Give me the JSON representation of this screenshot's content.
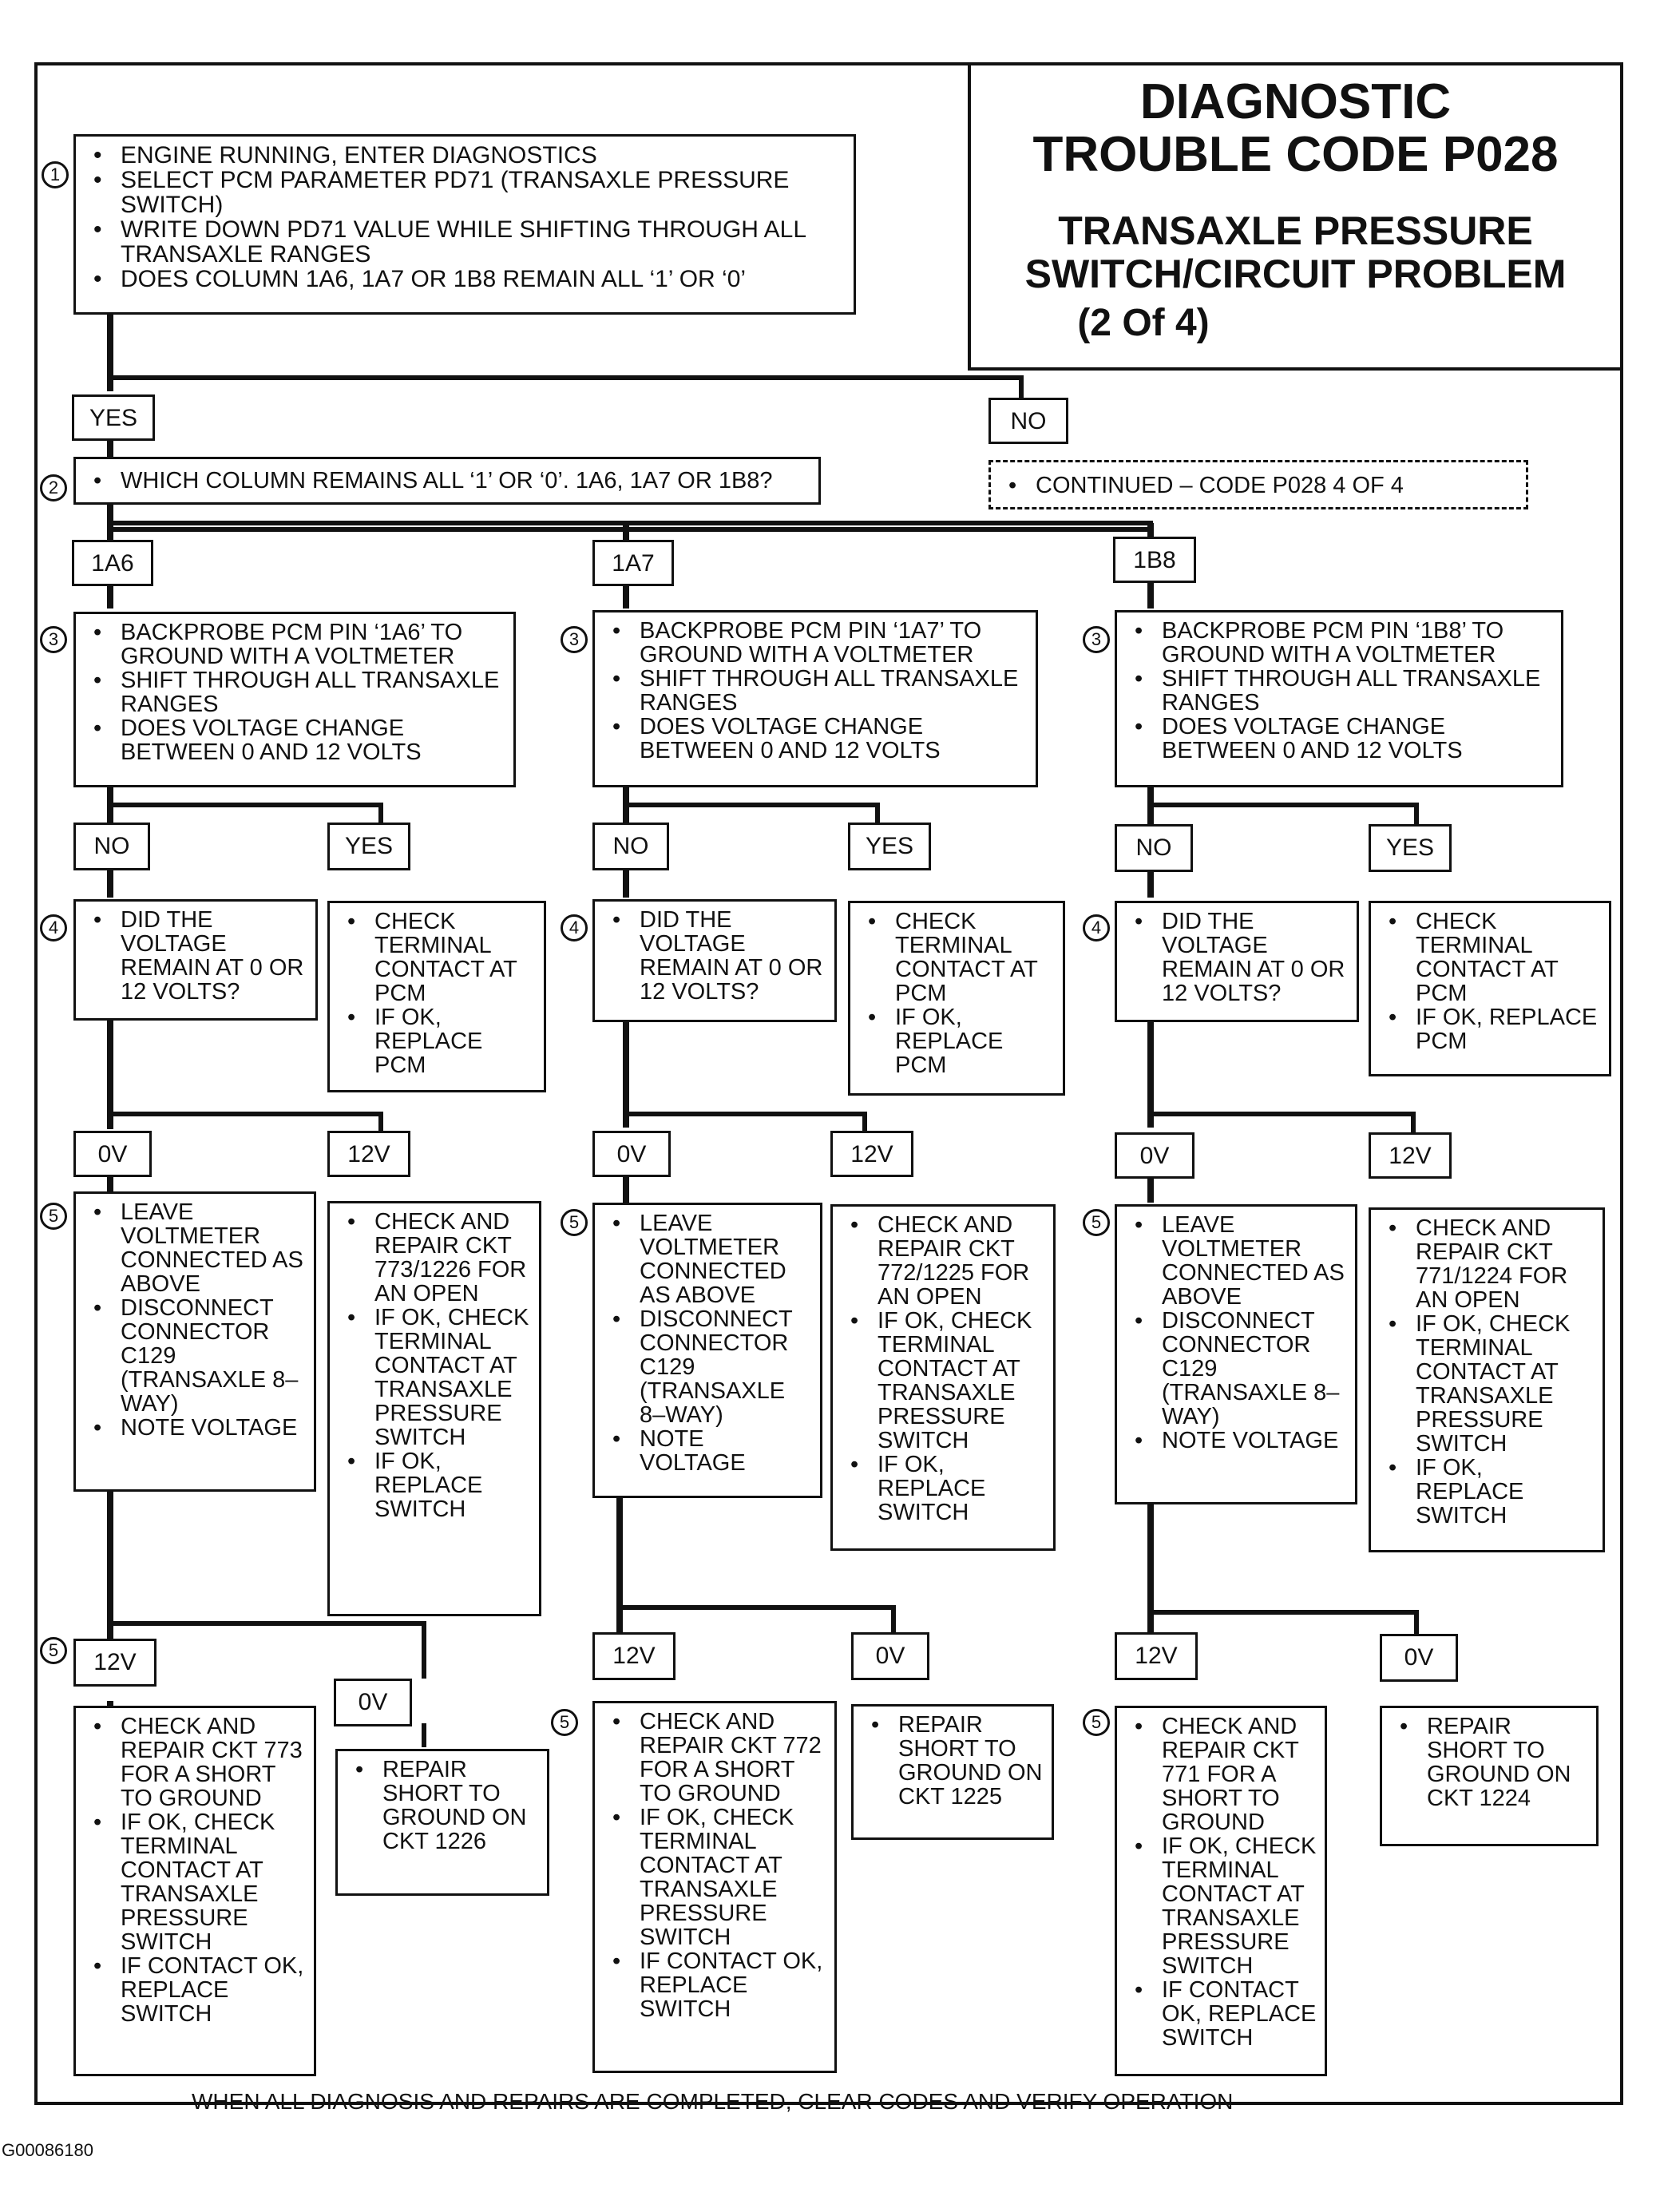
{
  "title": {
    "line1": "DIAGNOSTIC",
    "line2": "TROUBLE CODE P028",
    "line3": "TRANSAXLE PRESSURE",
    "line4": "SWITCH/CIRCUIT PROBLEM",
    "line5": "(2 Of 4)"
  },
  "step_numbers": {
    "s1": "1",
    "s2": "2",
    "s3": "3",
    "s4": "4",
    "s5": "5"
  },
  "step1": [
    "ENGINE RUNNING, ENTER DIAGNOSTICS",
    "SELECT  PCM PARAMETER PD71 (TRANSAXLE PRESSURE SWITCH)",
    "WRITE DOWN PD71 VALUE WHILE SHIFTING THROUGH ALL TRANSAXLE RANGES",
    "DOES COLUMN 1A6, 1A7 OR 1B8 REMAIN ALL ‘1’ OR ‘0’"
  ],
  "labels": {
    "yes": "YES",
    "no": "NO",
    "col_a": "1A6",
    "col_b": "1A7",
    "col_c": "1B8",
    "v0": "0V",
    "v12": "12V"
  },
  "step2": [
    "WHICH COLUMN REMAINS ALL ‘1’ OR ‘0’. 1A6, 1A7 OR 1B8?"
  ],
  "continued": [
    "CONTINUED –  CODE P028 4 OF 4"
  ],
  "col_a": {
    "step3": [
      "BACKPROBE PCM PIN ‘1A6’ TO GROUND WITH A VOLTMETER",
      "SHIFT THROUGH ALL TRANSAXLE RANGES",
      "DOES VOLTAGE CHANGE BETWEEN 0 AND 12 VOLTS"
    ],
    "step4": [
      "DID THE VOLTAGE REMAIN AT 0 OR 12 VOLTS?"
    ],
    "yes_action": [
      "CHECK TERMINAL CONTACT AT PCM",
      "IF OK, REPLACE PCM"
    ],
    "step5": [
      "LEAVE VOLTMETER CONNECTED AS ABOVE",
      "DISCONNECT CONNECTOR C129 (TRANSAXLE 8–WAY)",
      "NOTE VOLTAGE"
    ],
    "v12_action": [
      "CHECK AND REPAIR CKT 773/1226 FOR AN OPEN",
      "IF OK, CHECK TERMINAL CONTACT AT TRANSAXLE PRESSURE SWITCH",
      "IF OK, REPLACE SWITCH"
    ],
    "final_12v": [
      "CHECK AND REPAIR CKT 773 FOR A SHORT TO GROUND",
      "IF OK, CHECK TERMINAL CONTACT AT TRANSAXLE PRESSURE SWITCH",
      "IF CONTACT OK, REPLACE SWITCH"
    ],
    "final_0v": [
      "REPAIR SHORT TO GROUND ON CKT 1226"
    ]
  },
  "col_b": {
    "step3": [
      "BACKPROBE PCM PIN ‘1A7’ TO GROUND WITH A VOLTMETER",
      "SHIFT THROUGH ALL TRANSAXLE RANGES",
      "DOES VOLTAGE CHANGE BETWEEN 0 AND 12 VOLTS"
    ],
    "step4": [
      "DID THE VOLTAGE REMAIN AT 0 OR 12 VOLTS?"
    ],
    "yes_action": [
      "CHECK TERMINAL CONTACT AT PCM",
      "IF OK, REPLACE PCM"
    ],
    "step5": [
      "LEAVE VOLTMETER CONNECTED AS ABOVE",
      "DISCONNECT CONNECTOR C129 (TRANSAXLE 8–WAY)",
      "NOTE VOLTAGE"
    ],
    "v12_action": [
      "CHECK AND REPAIR CKT 772/1225 FOR AN OPEN",
      "IF OK, CHECK TERMINAL CONTACT AT TRANSAXLE PRESSURE SWITCH",
      "IF OK, REPLACE SWITCH"
    ],
    "final_12v": [
      "CHECK AND REPAIR CKT 772 FOR A SHORT TO GROUND",
      "IF OK, CHECK TERMINAL CONTACT AT TRANSAXLE PRESSURE SWITCH",
      "IF CONTACT OK, REPLACE SWITCH"
    ],
    "final_0v": [
      "REPAIR SHORT TO GROUND ON CKT 1225"
    ]
  },
  "col_c": {
    "step3": [
      "BACKPROBE PCM PIN ‘1B8’ TO GROUND WITH A VOLTMETER",
      "SHIFT THROUGH ALL TRANSAXLE RANGES",
      "DOES VOLTAGE CHANGE BETWEEN 0 AND 12 VOLTS"
    ],
    "step4": [
      "DID THE VOLTAGE REMAIN AT 0 OR 12 VOLTS?"
    ],
    "yes_action": [
      "CHECK TERMINAL CONTACT AT PCM",
      "IF OK, REPLACE PCM"
    ],
    "step5": [
      "LEAVE VOLTMETER CONNECTED AS ABOVE",
      "DISCONNECT CONNECTOR C129 (TRANSAXLE 8–WAY)",
      "NOTE VOLTAGE"
    ],
    "v12_action": [
      "CHECK AND REPAIR CKT 771/1224 FOR AN OPEN",
      "IF OK, CHECK TERMINAL CONTACT AT TRANSAXLE PRESSURE SWITCH",
      "IF OK, REPLACE SWITCH"
    ],
    "final_12v": [
      "CHECK AND REPAIR CKT 771 FOR A SHORT TO GROUND",
      "IF OK, CHECK TERMINAL CONTACT AT TRANSAXLE PRESSURE SWITCH",
      "IF CONTACT OK, REPLACE SWITCH"
    ],
    "final_0v": [
      "REPAIR SHORT TO GROUND ON CKT 1224"
    ]
  },
  "footer": "WHEN ALL DIAGNOSIS AND REPAIRS ARE COMPLETED, CLEAR CODES AND VERIFY OPERATION",
  "figure_id": "G00086180"
}
